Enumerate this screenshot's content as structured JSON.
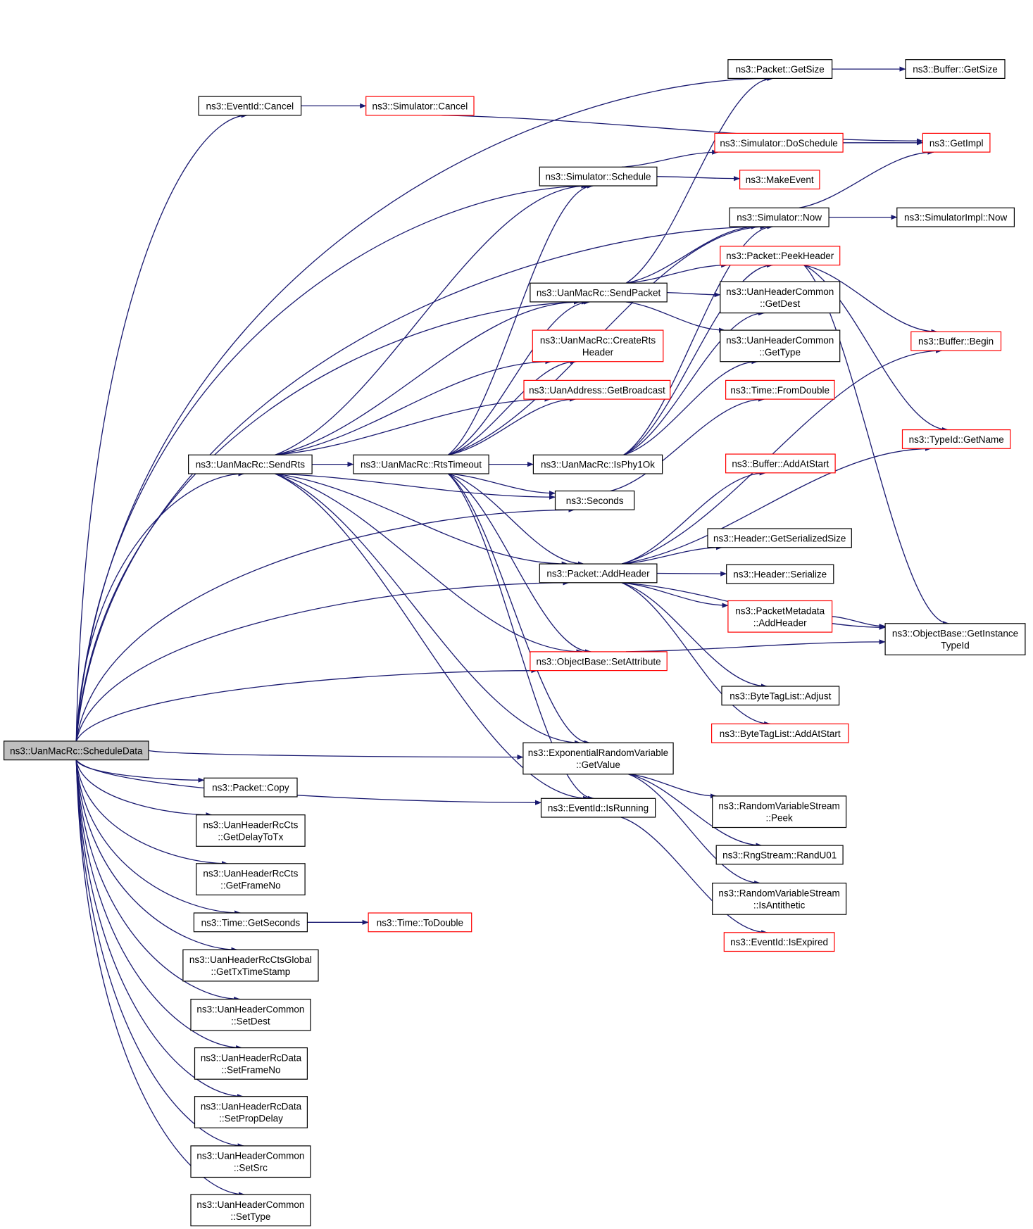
{
  "colors": {
    "edge": "#191970",
    "node_fill": "#ffffff",
    "normal_border": "#000000",
    "truncated_border": "#ff0000",
    "root_fill": "#bfbfbf",
    "text": "#000000"
  },
  "nodes": [
    {
      "id": "scheduleData",
      "lines": [
        "ns3::UanMacRc::ScheduleData"
      ],
      "style": "root"
    },
    {
      "id": "eventCancel",
      "lines": [
        "ns3::EventId::Cancel"
      ],
      "style": "normal"
    },
    {
      "id": "simCancel",
      "lines": [
        "ns3::Simulator::Cancel"
      ],
      "style": "truncated"
    },
    {
      "id": "packetGetSize",
      "lines": [
        "ns3::Packet::GetSize"
      ],
      "style": "normal"
    },
    {
      "id": "bufferGetSize",
      "lines": [
        "ns3::Buffer::GetSize"
      ],
      "style": "normal"
    },
    {
      "id": "getImpl",
      "lines": [
        "ns3::GetImpl"
      ],
      "style": "truncated"
    },
    {
      "id": "doSchedule",
      "lines": [
        "ns3::Simulator::DoSchedule"
      ],
      "style": "truncated"
    },
    {
      "id": "schedule",
      "lines": [
        "ns3::Simulator::Schedule"
      ],
      "style": "normal"
    },
    {
      "id": "makeEvent",
      "lines": [
        "ns3::MakeEvent"
      ],
      "style": "truncated"
    },
    {
      "id": "now",
      "lines": [
        "ns3::Simulator::Now"
      ],
      "style": "normal"
    },
    {
      "id": "simImplNow",
      "lines": [
        "ns3::SimulatorImpl::Now"
      ],
      "style": "normal"
    },
    {
      "id": "peekHeader",
      "lines": [
        "ns3::Packet::PeekHeader"
      ],
      "style": "truncated"
    },
    {
      "id": "sendPacket",
      "lines": [
        "ns3::UanMacRc::SendPacket"
      ],
      "style": "normal"
    },
    {
      "id": "getDest",
      "lines": [
        "ns3::UanHeaderCommon",
        "::GetDest"
      ],
      "style": "normal"
    },
    {
      "id": "createRts",
      "lines": [
        "ns3::UanMacRc::CreateRts",
        "Header"
      ],
      "style": "truncated"
    },
    {
      "id": "getType",
      "lines": [
        "ns3::UanHeaderCommon",
        "::GetType"
      ],
      "style": "normal"
    },
    {
      "id": "bufferBegin",
      "lines": [
        "ns3::Buffer::Begin"
      ],
      "style": "truncated"
    },
    {
      "id": "getBroadcast",
      "lines": [
        "ns3::UanAddress::GetBroadcast"
      ],
      "style": "truncated"
    },
    {
      "id": "fromDouble",
      "lines": [
        "ns3::Time::FromDouble"
      ],
      "style": "truncated"
    },
    {
      "id": "typeIdGetName",
      "lines": [
        "ns3::TypeId::GetName"
      ],
      "style": "truncated"
    },
    {
      "id": "sendRts",
      "lines": [
        "ns3::UanMacRc::SendRts"
      ],
      "style": "normal"
    },
    {
      "id": "rtsTimeout",
      "lines": [
        "ns3::UanMacRc::RtsTimeout"
      ],
      "style": "normal"
    },
    {
      "id": "isPhy1Ok",
      "lines": [
        "ns3::UanMacRc::IsPhy1Ok"
      ],
      "style": "normal"
    },
    {
      "id": "bufferAddAtStart",
      "lines": [
        "ns3::Buffer::AddAtStart"
      ],
      "style": "truncated"
    },
    {
      "id": "seconds",
      "lines": [
        "ns3::Seconds"
      ],
      "style": "normal"
    },
    {
      "id": "getSerializedSize",
      "lines": [
        "ns3::Header::GetSerializedSize"
      ],
      "style": "normal"
    },
    {
      "id": "addHeader",
      "lines": [
        "ns3::Packet::AddHeader"
      ],
      "style": "normal"
    },
    {
      "id": "headerSerialize",
      "lines": [
        "ns3::Header::Serialize"
      ],
      "style": "normal"
    },
    {
      "id": "pmAddHeader",
      "lines": [
        "ns3::PacketMetadata",
        "::AddHeader"
      ],
      "style": "truncated"
    },
    {
      "id": "getInstanceTypeId",
      "lines": [
        "ns3::ObjectBase::GetInstance",
        "TypeId"
      ],
      "style": "normal"
    },
    {
      "id": "setAttribute",
      "lines": [
        "ns3::ObjectBase::SetAttribute"
      ],
      "style": "truncated"
    },
    {
      "id": "btlAdjust",
      "lines": [
        "ns3::ByteTagList::Adjust"
      ],
      "style": "normal"
    },
    {
      "id": "btlAddAtStart",
      "lines": [
        "ns3::ByteTagList::AddAtStart"
      ],
      "style": "truncated"
    },
    {
      "id": "expGetValue",
      "lines": [
        "ns3::ExponentialRandomVariable",
        "::GetValue"
      ],
      "style": "normal"
    },
    {
      "id": "packetCopy",
      "lines": [
        "ns3::Packet::Copy"
      ],
      "style": "normal"
    },
    {
      "id": "rvsPeek",
      "lines": [
        "ns3::RandomVariableStream",
        "::Peek"
      ],
      "style": "normal"
    },
    {
      "id": "isRunning",
      "lines": [
        "ns3::EventId::IsRunning"
      ],
      "style": "normal"
    },
    {
      "id": "getDelayToTx",
      "lines": [
        "ns3::UanHeaderRcCts",
        "::GetDelayToTx"
      ],
      "style": "normal"
    },
    {
      "id": "randU01",
      "lines": [
        "ns3::RngStream::RandU01"
      ],
      "style": "normal"
    },
    {
      "id": "getFrameNo",
      "lines": [
        "ns3::UanHeaderRcCts",
        "::GetFrameNo"
      ],
      "style": "normal"
    },
    {
      "id": "isAntithetic",
      "lines": [
        "ns3::RandomVariableStream",
        "::IsAntithetic"
      ],
      "style": "normal"
    },
    {
      "id": "getSeconds",
      "lines": [
        "ns3::Time::GetSeconds"
      ],
      "style": "normal"
    },
    {
      "id": "toDouble",
      "lines": [
        "ns3::Time::ToDouble"
      ],
      "style": "truncated"
    },
    {
      "id": "isExpired",
      "lines": [
        "ns3::EventId::IsExpired"
      ],
      "style": "truncated"
    },
    {
      "id": "getTxTimeStamp",
      "lines": [
        "ns3::UanHeaderRcCtsGlobal",
        "::GetTxTimeStamp"
      ],
      "style": "normal"
    },
    {
      "id": "setDest",
      "lines": [
        "ns3::UanHeaderCommon",
        "::SetDest"
      ],
      "style": "normal"
    },
    {
      "id": "setFrameNo",
      "lines": [
        "ns3::UanHeaderRcData",
        "::SetFrameNo"
      ],
      "style": "normal"
    },
    {
      "id": "setPropDelay",
      "lines": [
        "ns3::UanHeaderRcData",
        "::SetPropDelay"
      ],
      "style": "normal"
    },
    {
      "id": "setSrc",
      "lines": [
        "ns3::UanHeaderCommon",
        "::SetSrc"
      ],
      "style": "normal"
    },
    {
      "id": "setType",
      "lines": [
        "ns3::UanHeaderCommon",
        "::SetType"
      ],
      "style": "normal"
    }
  ],
  "edges": [
    [
      "scheduleData",
      "packetGetSize"
    ],
    [
      "scheduleData",
      "eventCancel"
    ],
    [
      "scheduleData",
      "schedule"
    ],
    [
      "scheduleData",
      "now"
    ],
    [
      "scheduleData",
      "sendPacket"
    ],
    [
      "scheduleData",
      "sendRts"
    ],
    [
      "scheduleData",
      "seconds"
    ],
    [
      "scheduleData",
      "addHeader"
    ],
    [
      "scheduleData",
      "setAttribute"
    ],
    [
      "scheduleData",
      "expGetValue"
    ],
    [
      "scheduleData",
      "isRunning"
    ],
    [
      "scheduleData",
      "packetCopy"
    ],
    [
      "scheduleData",
      "getDelayToTx"
    ],
    [
      "scheduleData",
      "getFrameNo"
    ],
    [
      "scheduleData",
      "getSeconds"
    ],
    [
      "scheduleData",
      "getTxTimeStamp"
    ],
    [
      "scheduleData",
      "setDest"
    ],
    [
      "scheduleData",
      "setFrameNo"
    ],
    [
      "scheduleData",
      "setPropDelay"
    ],
    [
      "scheduleData",
      "setSrc"
    ],
    [
      "scheduleData",
      "setType"
    ],
    [
      "eventCancel",
      "simCancel"
    ],
    [
      "simCancel",
      "getImpl"
    ],
    [
      "packetGetSize",
      "bufferGetSize"
    ],
    [
      "schedule",
      "doSchedule"
    ],
    [
      "schedule",
      "makeEvent"
    ],
    [
      "doSchedule",
      "getImpl"
    ],
    [
      "now",
      "getImpl"
    ],
    [
      "now",
      "simImplNow"
    ],
    [
      "peekHeader",
      "bufferBegin"
    ],
    [
      "peekHeader",
      "typeIdGetName"
    ],
    [
      "peekHeader",
      "getInstanceTypeId"
    ],
    [
      "sendPacket",
      "packetGetSize"
    ],
    [
      "sendPacket",
      "now"
    ],
    [
      "sendPacket",
      "peekHeader"
    ],
    [
      "sendPacket",
      "getDest"
    ],
    [
      "sendPacket",
      "getType"
    ],
    [
      "sendRts",
      "schedule"
    ],
    [
      "sendRts",
      "sendPacket"
    ],
    [
      "sendRts",
      "createRts"
    ],
    [
      "sendRts",
      "getBroadcast"
    ],
    [
      "sendRts",
      "rtsTimeout"
    ],
    [
      "sendRts",
      "seconds"
    ],
    [
      "sendRts",
      "addHeader"
    ],
    [
      "sendRts",
      "setAttribute"
    ],
    [
      "sendRts",
      "expGetValue"
    ],
    [
      "sendRts",
      "isRunning"
    ],
    [
      "rtsTimeout",
      "schedule"
    ],
    [
      "rtsTimeout",
      "sendPacket"
    ],
    [
      "rtsTimeout",
      "createRts"
    ],
    [
      "rtsTimeout",
      "getBroadcast"
    ],
    [
      "rtsTimeout",
      "now"
    ],
    [
      "rtsTimeout",
      "isPhy1Ok"
    ],
    [
      "rtsTimeout",
      "seconds"
    ],
    [
      "rtsTimeout",
      "addHeader"
    ],
    [
      "rtsTimeout",
      "setAttribute"
    ],
    [
      "rtsTimeout",
      "expGetValue"
    ],
    [
      "rtsTimeout",
      "isRunning"
    ],
    [
      "isPhy1Ok",
      "now"
    ],
    [
      "isPhy1Ok",
      "peekHeader"
    ],
    [
      "isPhy1Ok",
      "getDest"
    ],
    [
      "isPhy1Ok",
      "getType"
    ],
    [
      "seconds",
      "fromDouble"
    ],
    [
      "addHeader",
      "bufferBegin"
    ],
    [
      "addHeader",
      "typeIdGetName"
    ],
    [
      "addHeader",
      "bufferAddAtStart"
    ],
    [
      "addHeader",
      "getSerializedSize"
    ],
    [
      "addHeader",
      "headerSerialize"
    ],
    [
      "addHeader",
      "pmAddHeader"
    ],
    [
      "addHeader",
      "getInstanceTypeId"
    ],
    [
      "addHeader",
      "btlAdjust"
    ],
    [
      "addHeader",
      "btlAddAtStart"
    ],
    [
      "pmAddHeader",
      "getInstanceTypeId"
    ],
    [
      "setAttribute",
      "getInstanceTypeId"
    ],
    [
      "expGetValue",
      "rvsPeek"
    ],
    [
      "expGetValue",
      "randU01"
    ],
    [
      "expGetValue",
      "isAntithetic"
    ],
    [
      "getSeconds",
      "toDouble"
    ],
    [
      "isRunning",
      "isExpired"
    ]
  ]
}
